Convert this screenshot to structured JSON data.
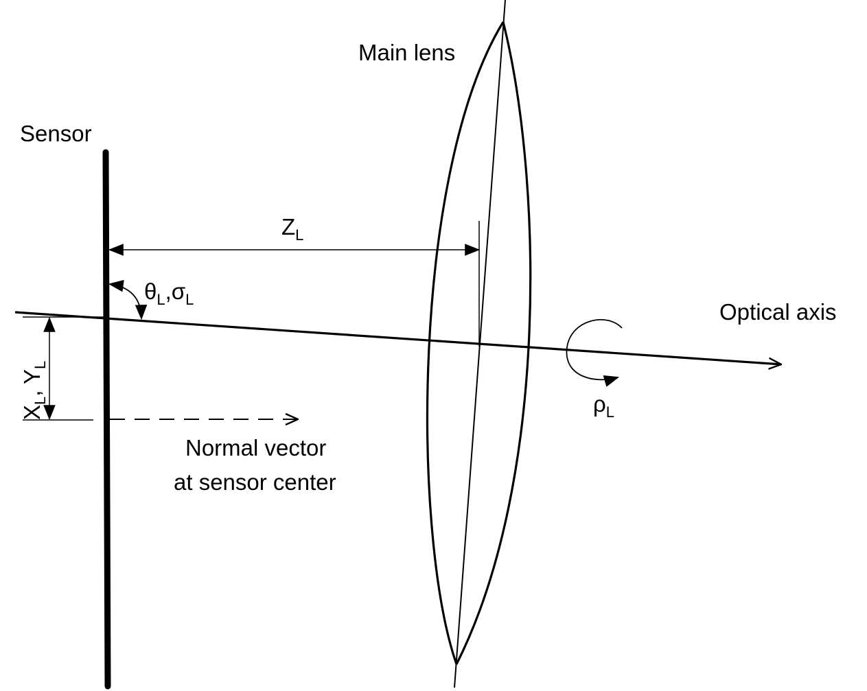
{
  "labels": {
    "main_lens": "Main lens",
    "sensor": "Sensor",
    "optical_axis": "Optical axis",
    "z_main": "Z",
    "z_sub": "L",
    "theta_main": "θ",
    "theta_sub": "L",
    "sigma_main": ",σ",
    "sigma_sub": "L",
    "x_main": "X",
    "x_sub": "L",
    "y_main": ", Y",
    "y_sub": "L",
    "rho_main": "ρ",
    "rho_sub": "L",
    "normal_line1": "Normal vector",
    "normal_line2": "at sensor center"
  },
  "colors": {
    "stroke": "#000000",
    "background": "#ffffff"
  }
}
